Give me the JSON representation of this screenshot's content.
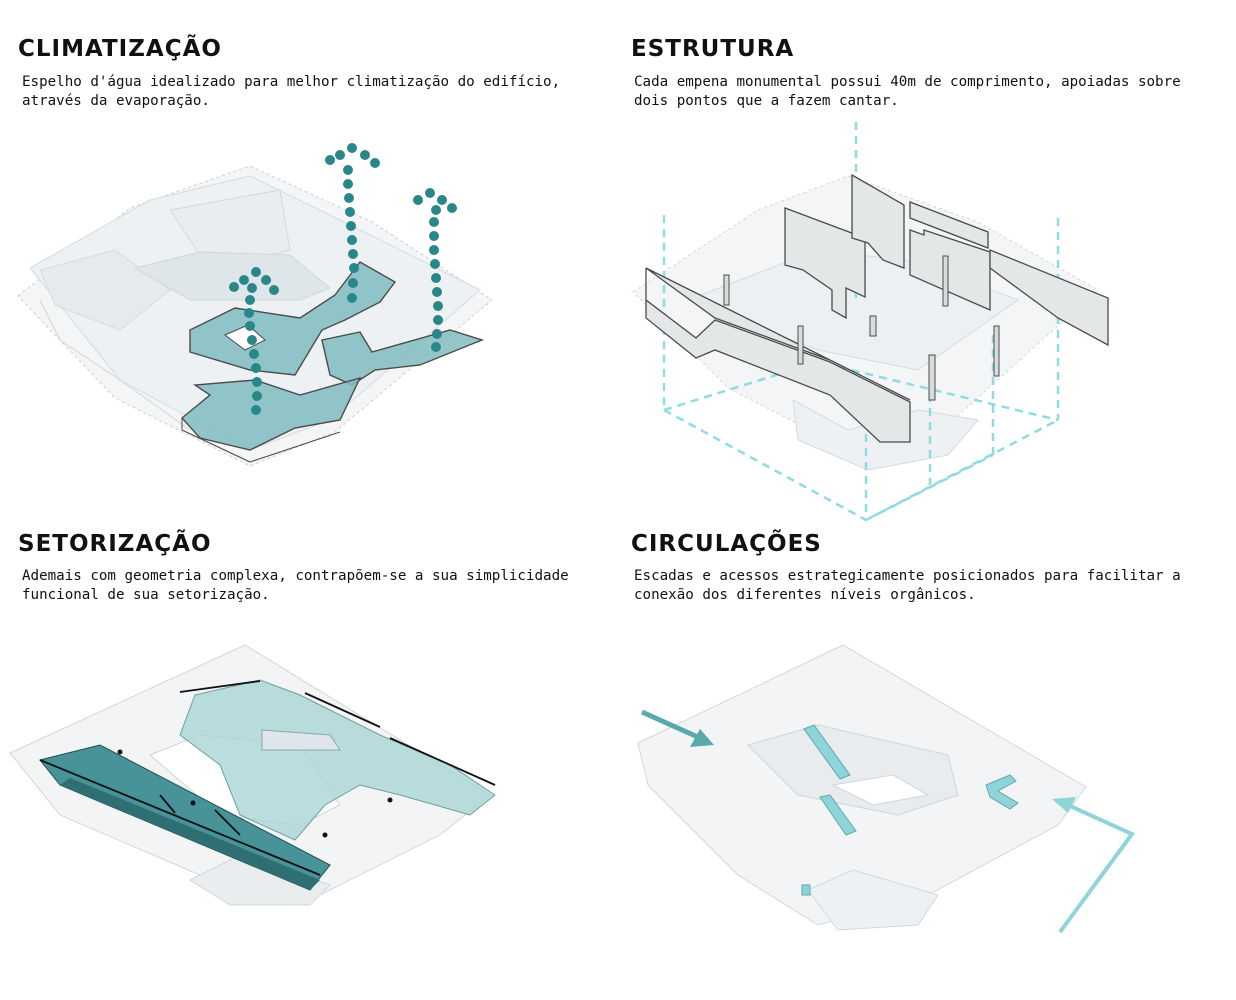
{
  "panels": [
    {
      "title": "CLIMATIZAÇÃO",
      "description": "Espelho d'água idealizado para melhor climatização do edifício, através da evaporação."
    },
    {
      "title": "ESTRUTURA",
      "description": "Cada empena monumental possui 40m de comprimento, apoiadas sobre dois pontos que a fazem cantar."
    },
    {
      "title": "SETORIZAÇÃO",
      "description": "Ademais com geometria complexa, contrapõem-se a sua simplicidade funcional de sua setorização."
    },
    {
      "title": "CIRCULAÇÕES",
      "description": "Escadas e acessos estrategicamente posicionados para facilitar a conexão dos diferentes níveis orgânicos."
    }
  ],
  "colors": {
    "water": "#7fbcbf",
    "water_dots": "#2a8787",
    "structure_lines": "#8fdbe0",
    "sector_fill": "#3d8d92",
    "sector_light": "#a9d4d5",
    "circulation": "#8ed4d8",
    "building": "#f2f4f5",
    "outline": "#b8bfc2"
  }
}
